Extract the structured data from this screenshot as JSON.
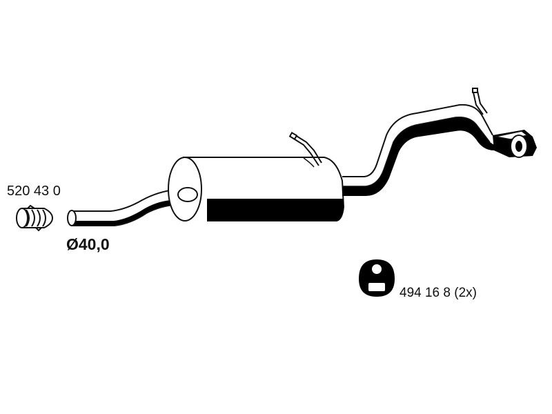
{
  "labels": {
    "clamp_part_number": "520 43 0",
    "pipe_diameter": "Ø40,0",
    "hanger_part_number": "494 16 8 (2x)"
  },
  "colors": {
    "line": "#111111",
    "fill": "#ffffff",
    "shade": "#000000"
  }
}
